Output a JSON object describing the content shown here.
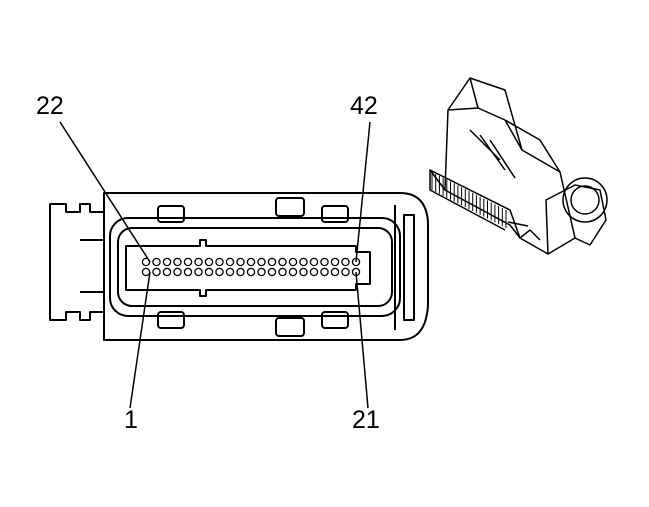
{
  "labels": {
    "pin_22": "22",
    "pin_42": "42",
    "pin_1": "1",
    "pin_21": "21"
  },
  "connector": {
    "rows": 2,
    "pins_per_row": 21
  },
  "colors": {
    "line": "#000000",
    "background": "#ffffff"
  }
}
